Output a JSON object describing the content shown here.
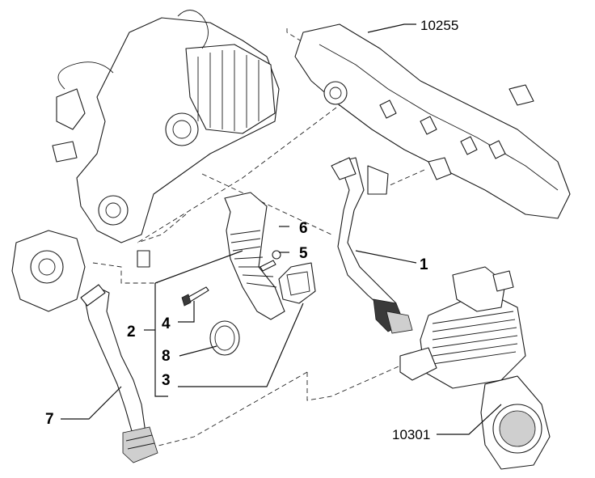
{
  "callouts": {
    "c1": "1",
    "c2": "2",
    "c3": "3",
    "c4": "4",
    "c5": "5",
    "c6": "6",
    "c7": "7",
    "c8": "8",
    "ref_manifold": "10255",
    "ref_cooler": "10301"
  },
  "colors": {
    "line": "#1a1a1a",
    "background": "#ffffff"
  }
}
